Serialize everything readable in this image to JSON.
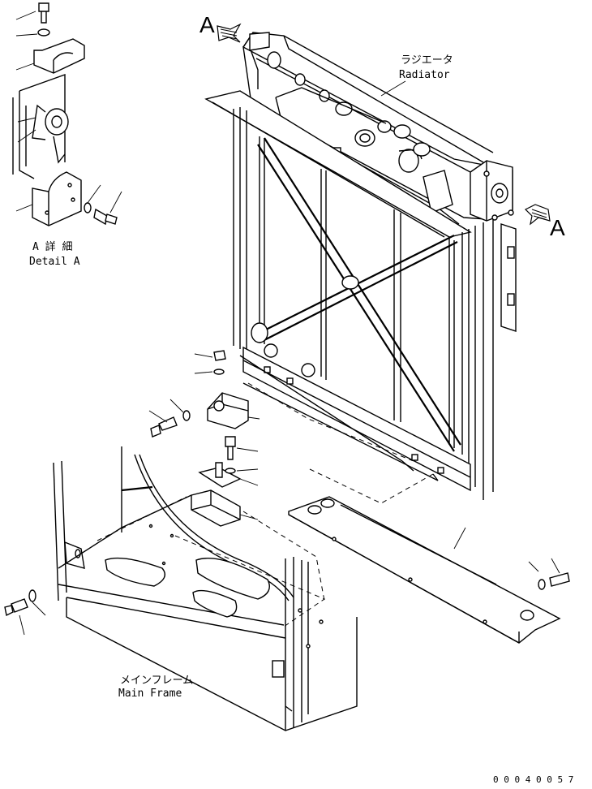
{
  "view_arrow_left": "A",
  "view_arrow_right": "A",
  "radiator_label_jp": "ラジエータ",
  "radiator_label_en": "Radiator",
  "detail_label_jp": "A 詳 細",
  "detail_label_en": "Detail A",
  "frame_label_jp": "メインフレーム",
  "frame_label_en": "Main Frame",
  "drawing_number": "0 0 0 4 0 0 5 7"
}
